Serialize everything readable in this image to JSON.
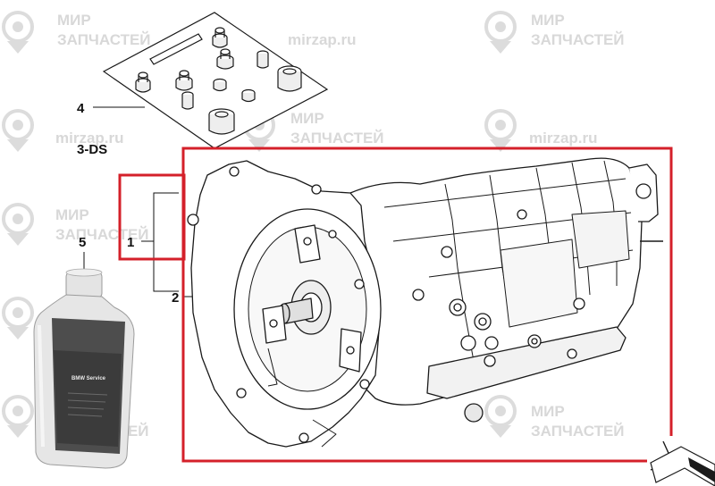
{
  "callouts": {
    "part1": "1",
    "part2": "2",
    "part3": "3-DS",
    "part4": "4",
    "part5": "5"
  },
  "watermark": {
    "line1": "МИР",
    "line2": "ЗАПЧАСТЕЙ",
    "url": "mirzap.ru"
  },
  "bottle": {
    "label_text": "BMW Service"
  },
  "colors": {
    "highlight_frame": "#d4202a",
    "line_art": "#1a1a1a",
    "watermark": "#d8d8d8"
  }
}
